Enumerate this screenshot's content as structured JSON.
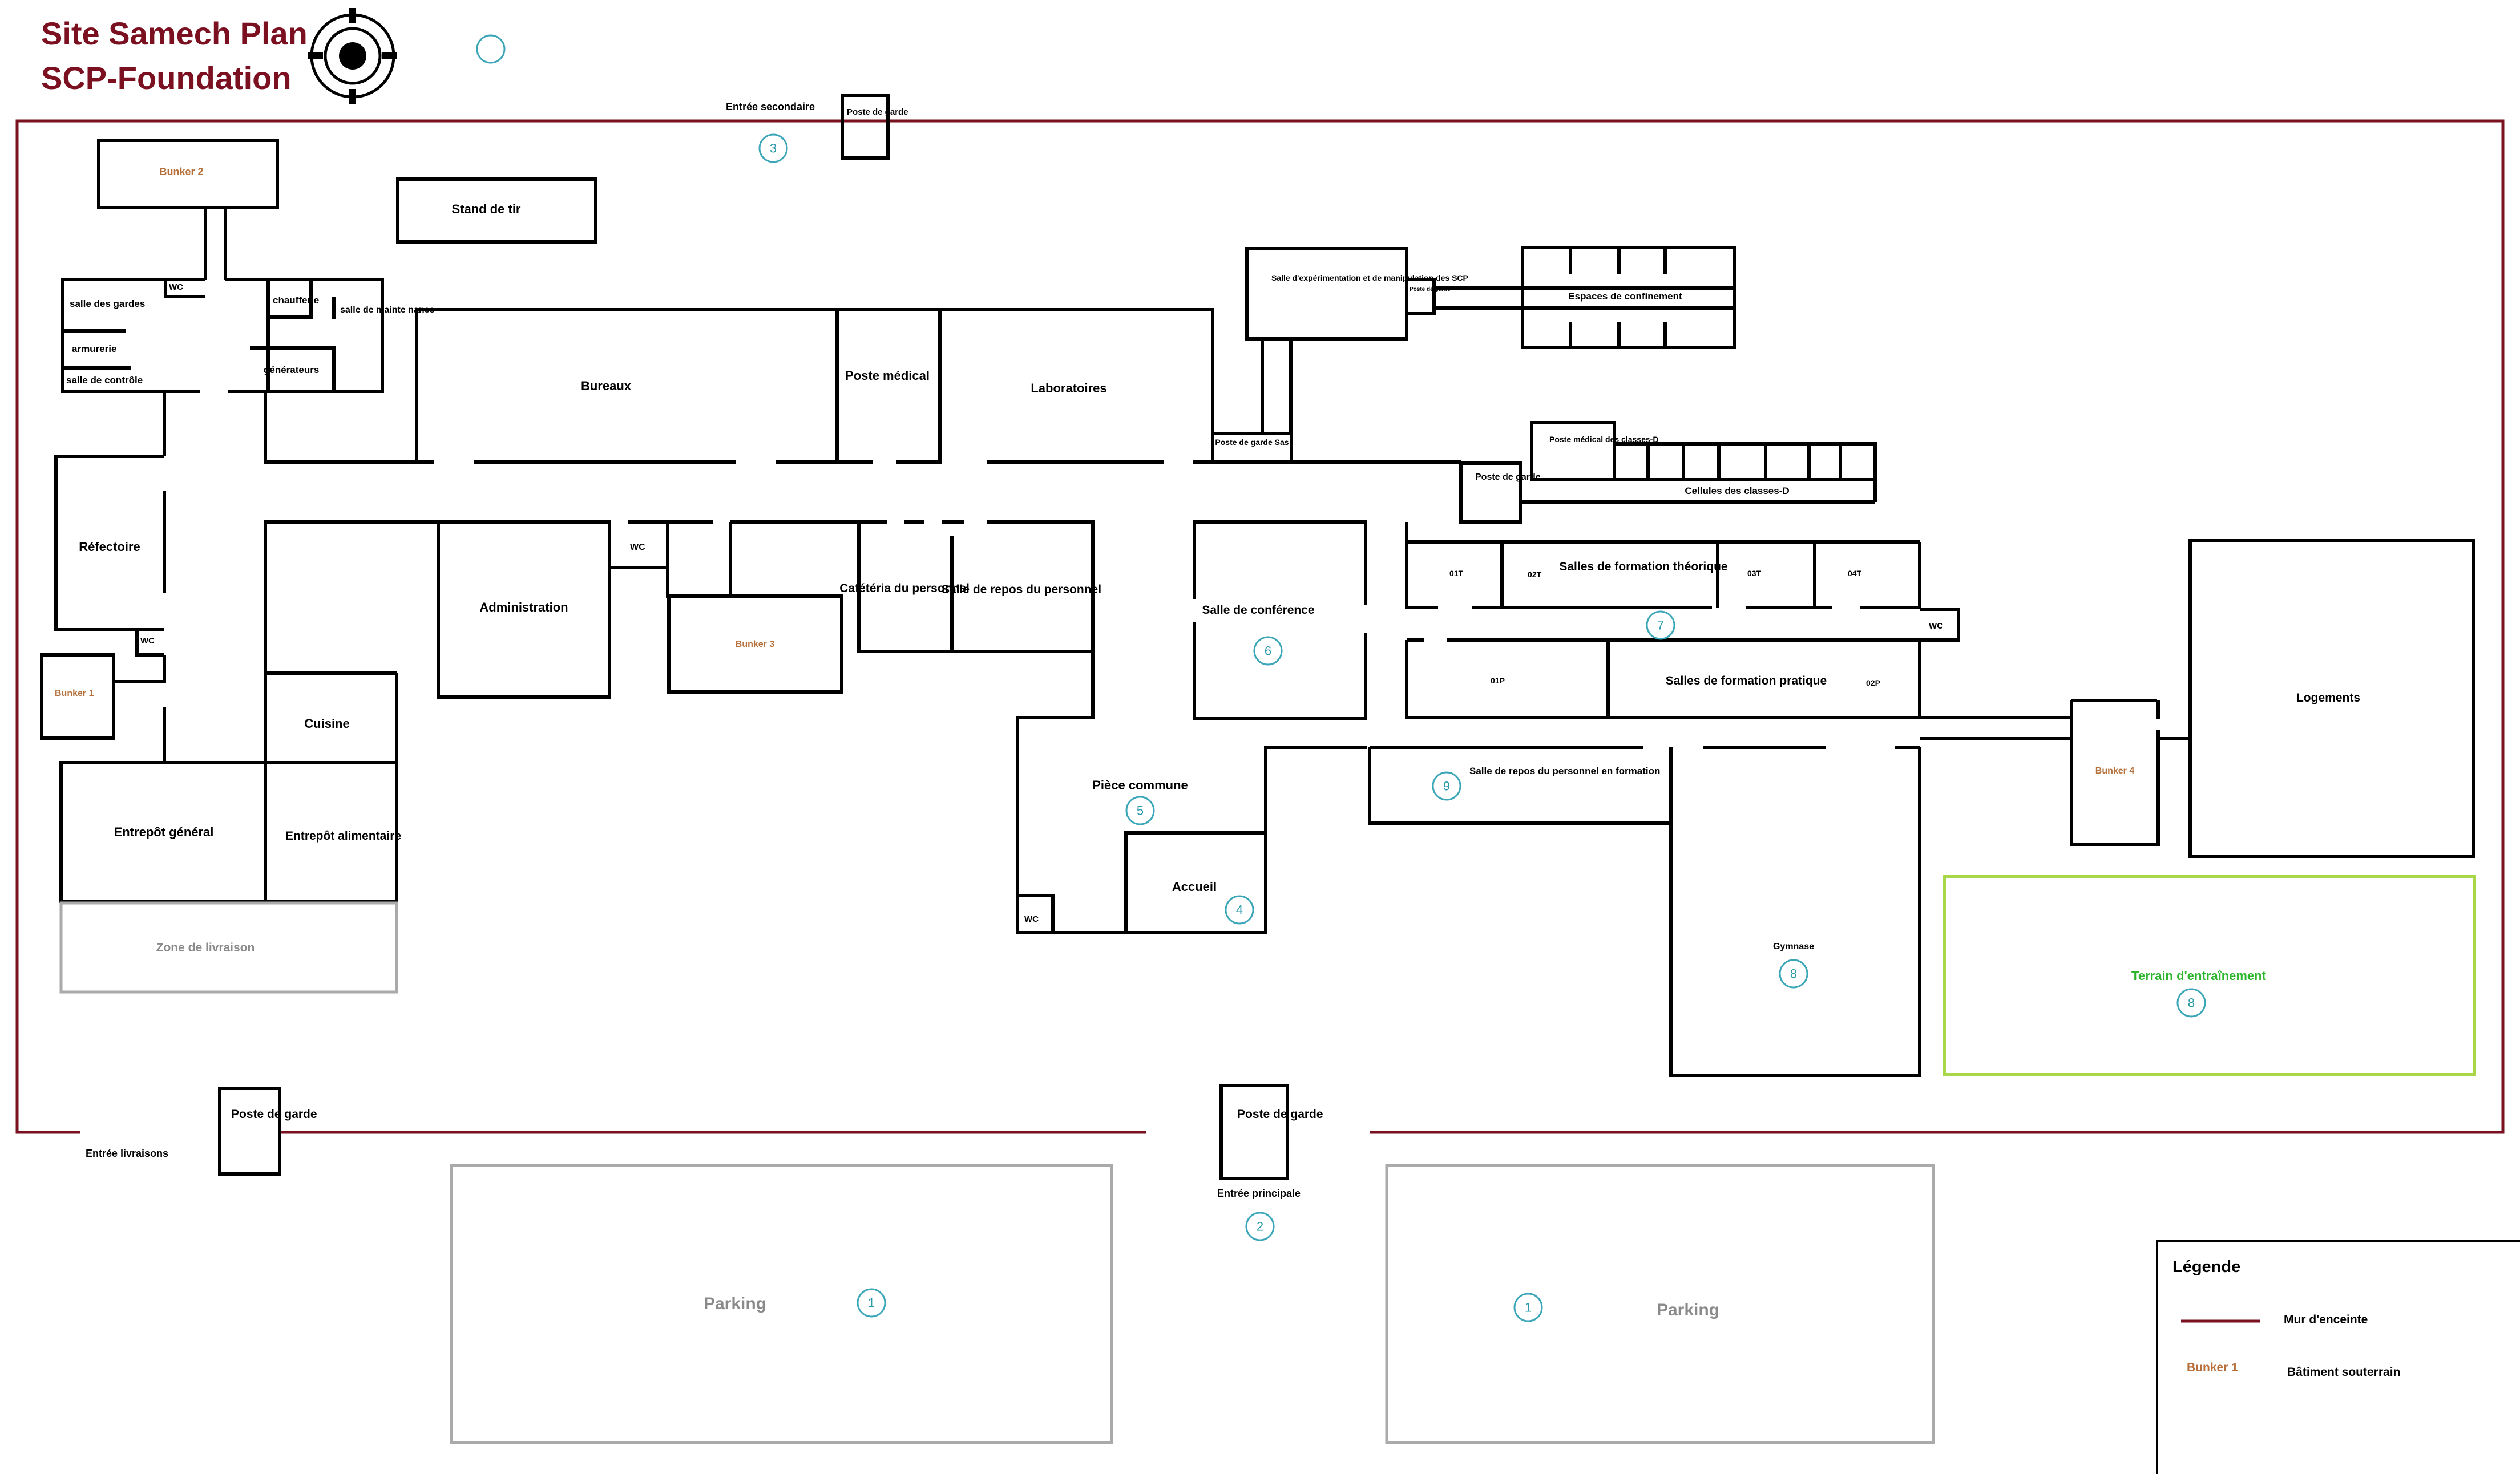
{
  "title": {
    "line1": "Site Samech Plan",
    "line2": "SCP-Foundation"
  },
  "icons": {
    "logo": "scp-foundation-logo-icon"
  },
  "colors": {
    "enclosure_wall": "#7a1020",
    "underground": "#b5703b",
    "training_field": "#a8d84a",
    "markers": "#3aa6b8"
  },
  "labels": {
    "entree_secondaire": "Entrée secondaire",
    "poste_garde_nord": "Poste de garde",
    "bunker2": "Bunker 2",
    "stand_de_tir": "Stand de tir",
    "salle_gardes": "salle des gardes",
    "wc_top": "WC",
    "armurerie": "armurerie",
    "salle_controle": "salle de contrôle",
    "chaufferie": "chaufferie",
    "salle_maintenance": "salle de mainte nance",
    "generateurs": "générateurs",
    "bureaux": "Bureaux",
    "poste_medical": "Poste médical",
    "laboratoires": "Laboratoires",
    "salle_experimentation": "Salle d'expérimentation et de manipulation des SCP",
    "poste_garde_small": "Poste de garde",
    "espaces_confinement": "Espaces de confinement",
    "poste_garde_sas": "Poste de garde Sas",
    "poste_medical_classes_d": "Poste médical des classes-D",
    "cellules_classes_d": "Cellules des classes-D",
    "poste_garde_est": "Poste de garde",
    "refectoire": "Réfectoire",
    "wc_refectoire": "WC",
    "bunker1": "Bunker 1",
    "administration": "Administration",
    "wc_admin": "WC",
    "bunker3": "Bunker 3",
    "cafeteria": "Cafétéria du personnel",
    "salle_repos": "Salle de repos du personnel",
    "salle_conference": "Salle de conférence",
    "r01t": "01T",
    "r02t": "02T",
    "salles_formation_theorique": "Salles de formation théorique",
    "r03t": "03T",
    "r04t": "04T",
    "wc_formation": "WC",
    "r01p": "01P",
    "salles_formation_pratique": "Salles de formation pratique",
    "r02p": "02P",
    "logements": "Logements",
    "cuisine": "Cuisine",
    "entrepot_general": "Entrepôt général",
    "entrepot_alimentaire": "Entrepôt alimentaire",
    "zone_livraison": "Zone de livraison",
    "piece_commune": "Pièce commune",
    "accueil": "Accueil",
    "wc_accueil": "WC",
    "salle_repos_formation": "Salle de repos du personnel en formation",
    "bunker4": "Bunker 4",
    "gymnase": "Gymnase",
    "terrain_entrainement": "Terrain d'entraînement",
    "poste_garde_livraisons": "Poste de garde",
    "entree_livraisons": "Entrée livraisons",
    "poste_garde_principal": "Poste de garde",
    "entree_principale": "Entrée principale",
    "parking_left": "Parking",
    "parking_right": "Parking"
  },
  "markers": {
    "m_blank": "",
    "m3": "3",
    "m7": "7",
    "m6": "6",
    "m5": "5",
    "m4": "4",
    "m9": "9",
    "m8a": "8",
    "m8b": "8",
    "m2": "2",
    "m1a": "1",
    "m1b": "1"
  },
  "legend": {
    "title": "Légende",
    "wall_label": "Mur d'enceinte",
    "bunker_sample": "Bunker 1",
    "underground_label": "Bâtiment souterrain"
  }
}
